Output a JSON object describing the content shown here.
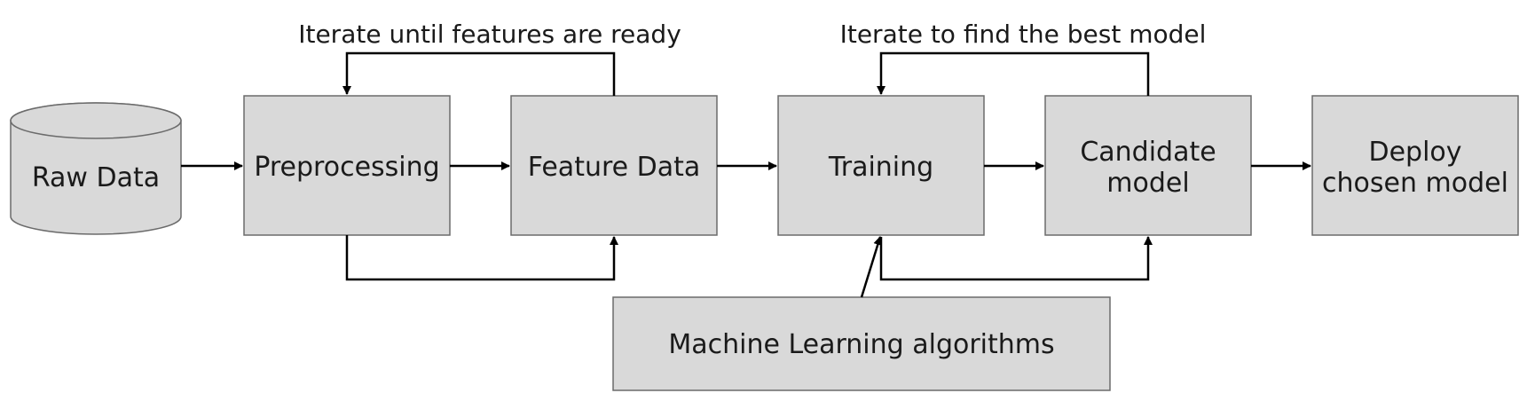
{
  "loops": {
    "features": "Iterate until features are ready",
    "model": "Iterate to find the best model"
  },
  "nodes": {
    "raw_data": "Raw Data",
    "preprocessing": "Preprocessing",
    "feature_data": "Feature Data",
    "training": "Training",
    "candidate_model": [
      "Candidate",
      "model"
    ],
    "deploy": [
      "Deploy",
      "chosen model"
    ],
    "ml_algorithms": "Machine Learning algorithms"
  },
  "colors": {
    "box_fill": "#d9d9d9",
    "box_stroke": "#6b6b6b",
    "arrow": "#000000",
    "text": "#1a1a1a"
  }
}
